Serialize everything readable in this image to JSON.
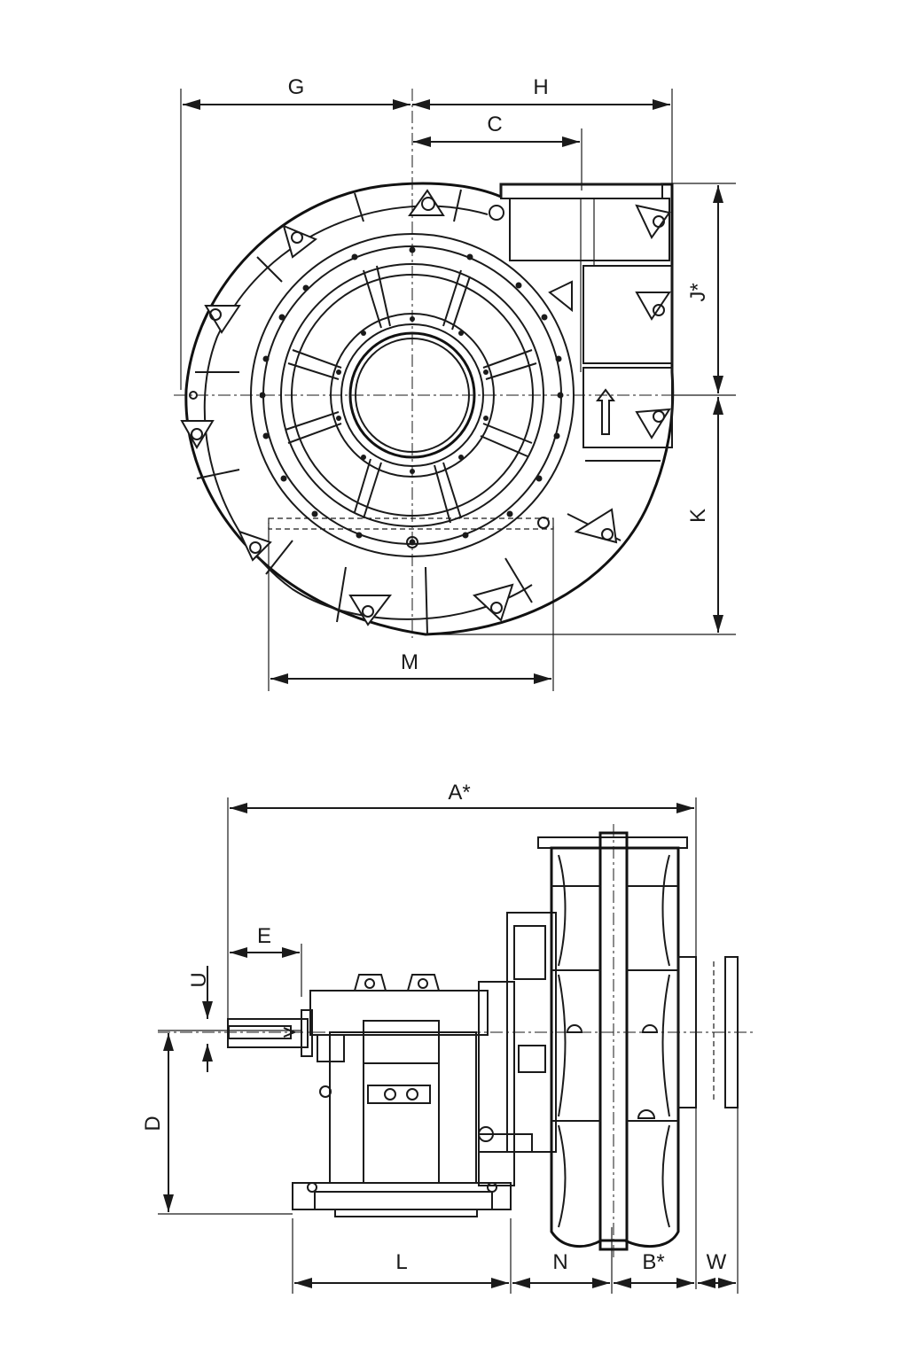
{
  "front_view": {
    "dimensions": {
      "G": "G",
      "H": "H",
      "C": "C",
      "J": "J*",
      "K": "K",
      "M": "M"
    }
  },
  "side_view": {
    "dimensions": {
      "A": "A*",
      "E": "E",
      "U": "U",
      "D": "D",
      "L": "L",
      "N": "N",
      "B": "B*",
      "W": "W"
    }
  }
}
